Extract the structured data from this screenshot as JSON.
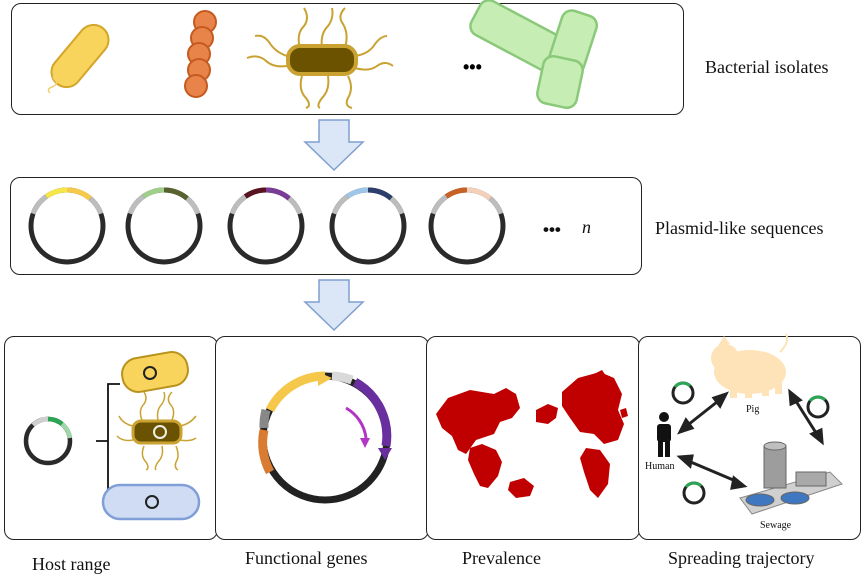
{
  "rows": {
    "bacteria_label": "Bacterial isolates",
    "plasmid_label": "Plasmid-like sequences",
    "ellipsis": "•••",
    "n_symbol": "n"
  },
  "bottom_labels": {
    "host_range": "Host range",
    "functional_genes": "Functional genes",
    "prevalence": "Prevalence",
    "spreading": "Spreading trajectory"
  },
  "trajectory": {
    "pig": "Pig",
    "human": "Human",
    "sewage": "Sewage"
  },
  "colors": {
    "yellow": "#f9d45c",
    "orange": "#e0753a",
    "olive": "#b38a1d",
    "green": "#a8dc9a",
    "arrow_blue": "#dbe6f6",
    "world_red": "#c00000",
    "pig": "#fde3b7",
    "host_blue": "#cfdcf3"
  },
  "plasmid_accents": [
    [
      "#f5e74a",
      "#f7c948"
    ],
    [
      "#9fcf8b",
      "#57622e"
    ],
    [
      "#5a1421",
      "#7a3d97"
    ],
    [
      "#9fc6e7",
      "#2c3f6b"
    ],
    [
      "#c86125",
      "#f4cfba"
    ]
  ]
}
